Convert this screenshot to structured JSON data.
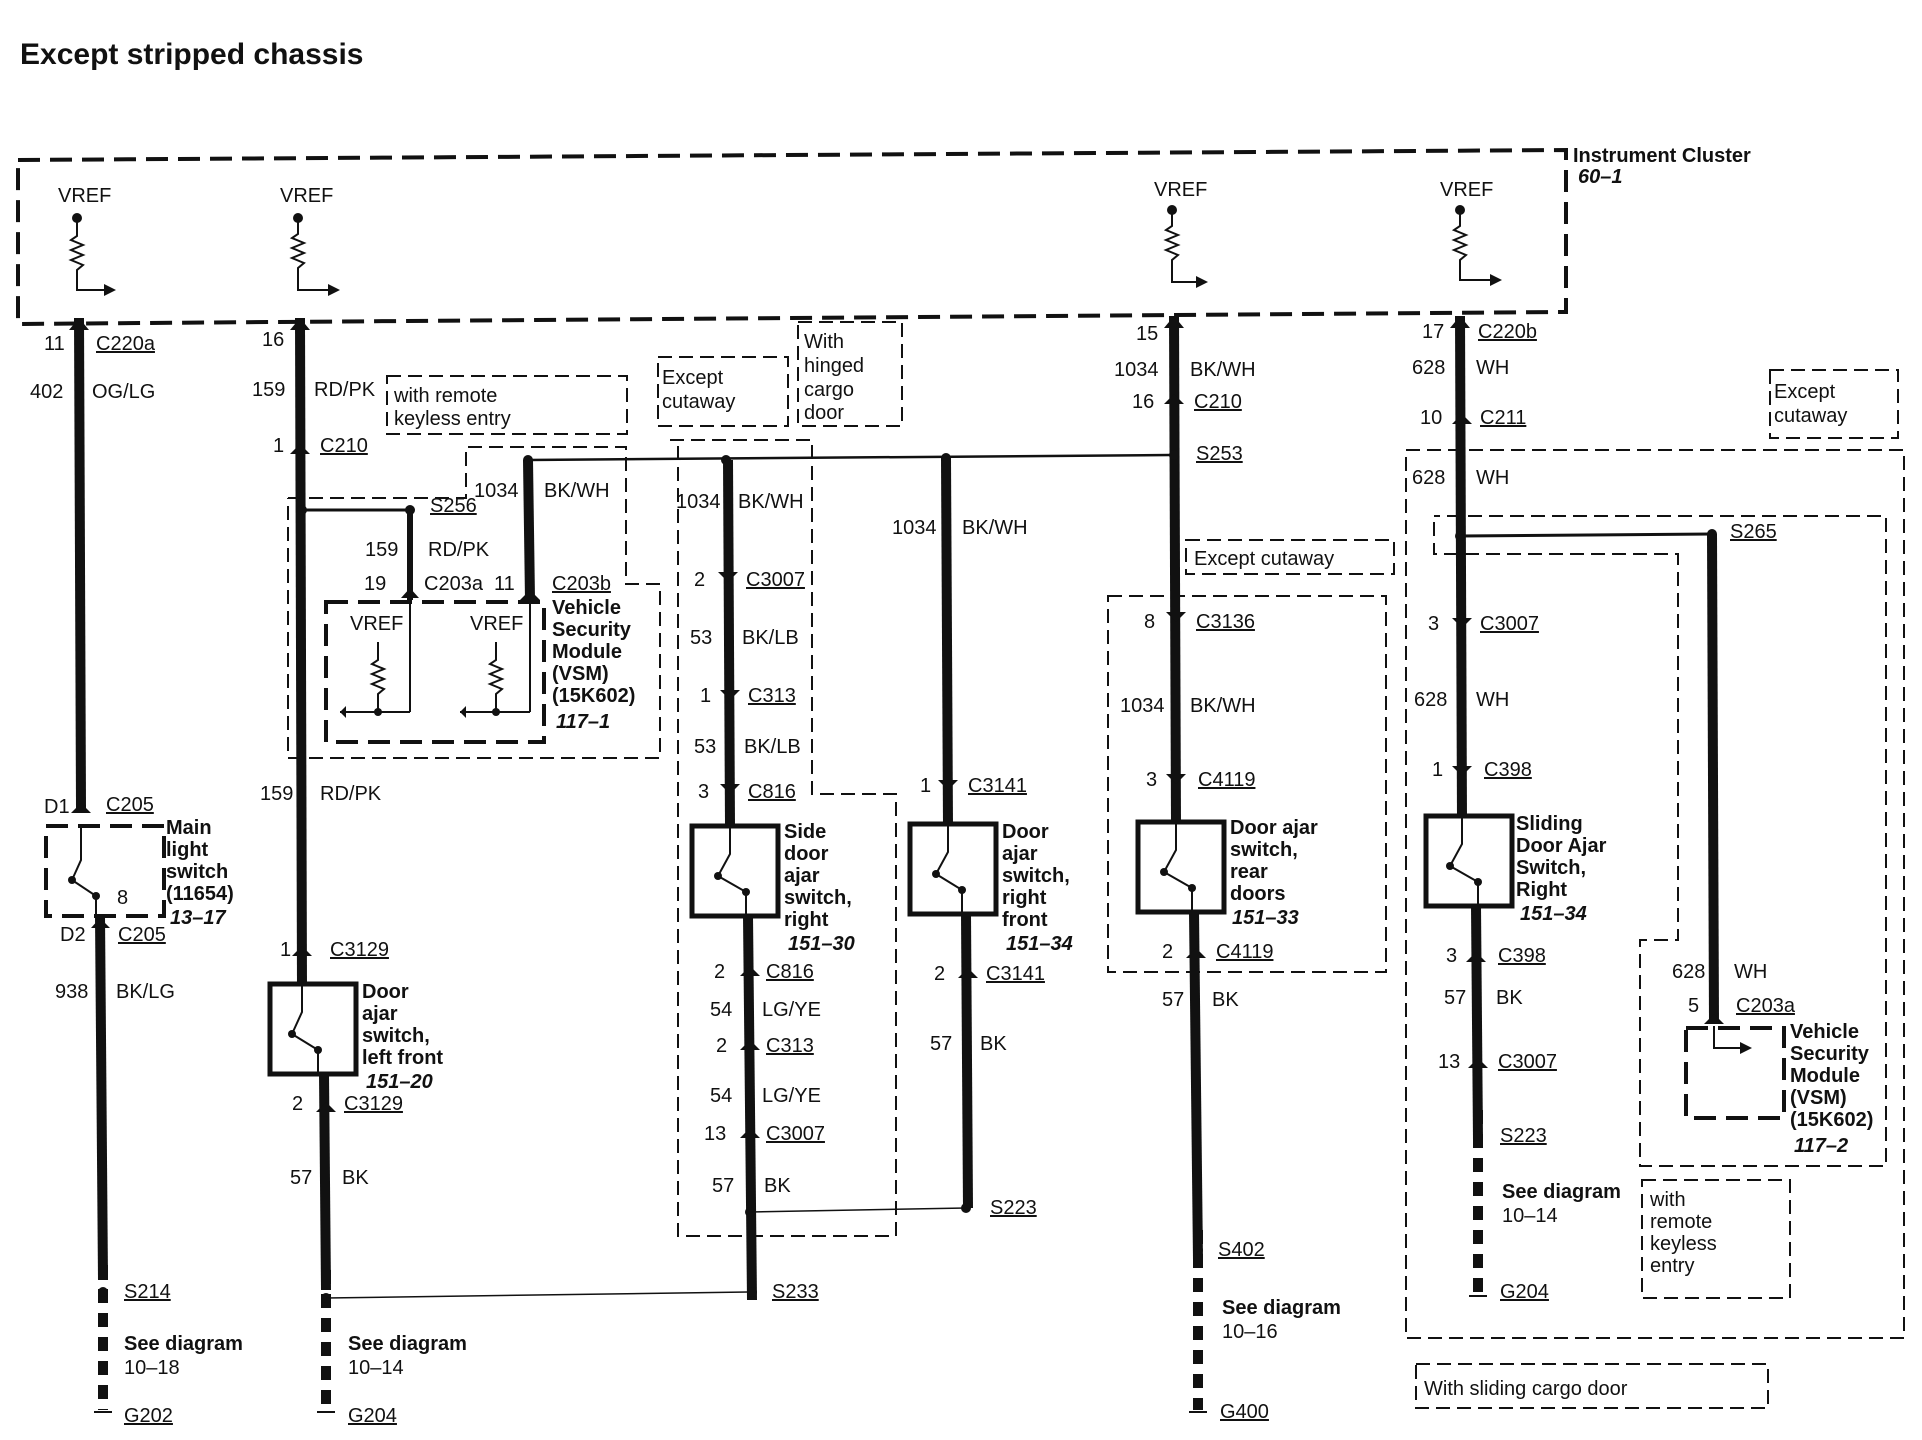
{
  "title": "Except stripped chassis",
  "instrument_cluster": {
    "name": "Instrument Cluster",
    "ref": "60–1"
  },
  "vref": "VREF",
  "c1": {
    "pin_top": "11",
    "conn_top": "C220a",
    "circuit": "402",
    "color": "OG/LG",
    "pin_d1": "D1",
    "conn_c205": "C205",
    "switch_lines": [
      "Main",
      "light",
      "switch",
      "(11654)"
    ],
    "switch_ref": "13–17",
    "pin_8": "8",
    "pin_d2": "D2",
    "conn_c205b": "C205",
    "circuit2": "938",
    "color2": "BK/LG",
    "splice": "S214",
    "see": "See diagram",
    "see_ref": "10–18",
    "ground": "G202"
  },
  "c2": {
    "pin_top": "16",
    "circuit": "159",
    "color": "RD/PK",
    "pin_c210": "1",
    "conn_c210": "C210",
    "rke_note": [
      "with remote",
      "keyless entry"
    ],
    "splice": "S256",
    "circuit_b": "159",
    "color_b": "RD/PK",
    "pin_19": "19",
    "conn_c203a": "C203a",
    "pin_11": "11",
    "conn_c203b": "C203b",
    "bkwh_circuit": "1034",
    "bkwh_color": "BK/WH",
    "vsm_lines": [
      "Vehicle",
      "Security",
      "Module",
      "(VSM)",
      "(15K602)"
    ],
    "vsm_ref": "117–1",
    "circuit3": "159",
    "color3": "RD/PK",
    "pin_c3129": "1",
    "conn_c3129": "C3129",
    "switch_lines": [
      "Door",
      "ajar",
      "switch,",
      "left front"
    ],
    "switch_ref": "151–20",
    "pin_c3129b": "2",
    "conn_c3129b": "C3129",
    "circuit4": "57",
    "color4": "BK",
    "see": "See diagram",
    "see_ref": "10–14",
    "ground": "G204"
  },
  "c3": {
    "note_cutaway": [
      "Except",
      "cutaway"
    ],
    "note_hinged": [
      "With",
      "hinged",
      "cargo",
      "door"
    ],
    "circuit": "1034",
    "color": "BK/WH",
    "pin_c3007": "2",
    "conn_c3007": "C3007",
    "circuit2": "53",
    "color2": "BK/LB",
    "pin_c313": "1",
    "conn_c313": "C313",
    "circuit3": "53",
    "color3": "BK/LB",
    "pin_c816": "3",
    "conn_c816": "C816",
    "switch_lines": [
      "Side",
      "door",
      "ajar",
      "switch,",
      "right"
    ],
    "switch_ref": "151–30",
    "pin_c816b": "2",
    "conn_c816b": "C816",
    "circuit4": "54",
    "color4": "LG/YE",
    "pin_c313b": "2",
    "conn_c313b": "C313",
    "circuit5": "54",
    "color5": "LG/YE",
    "pin_c3007b": "13",
    "conn_c3007b": "C3007",
    "circuit6": "57",
    "color6": "BK",
    "splice": "S233"
  },
  "c4": {
    "circuit": "1034",
    "color": "BK/WH",
    "pin_c3141": "1",
    "conn_c3141": "C3141",
    "switch_lines": [
      "Door",
      "ajar",
      "switch,",
      "right",
      "front"
    ],
    "switch_ref": "151–34",
    "pin_c3141b": "2",
    "conn_c3141b": "C3141",
    "circuit2": "57",
    "color2": "BK",
    "splice": "S223"
  },
  "c5": {
    "pin_top": "15",
    "circuit": "1034",
    "color": "BK/WH",
    "pin_c210": "16",
    "conn_c210": "C210",
    "splice": "S253",
    "note_cutaway": "Except cutaway",
    "pin_c3136": "8",
    "conn_c3136": "C3136",
    "circuit2": "1034",
    "color2": "BK/WH",
    "pin_c4119": "3",
    "conn_c4119": "C4119",
    "switch_lines": [
      "Door ajar",
      "switch,",
      "rear",
      "doors"
    ],
    "switch_ref": "151–33",
    "pin_c4119b": "2",
    "conn_c4119b": "C4119",
    "circuit3": "57",
    "color3": "BK",
    "splice2": "S402",
    "see": "See diagram",
    "see_ref": "10–16",
    "ground": "G400"
  },
  "c6": {
    "pin_top": "17",
    "conn_top": "C220b",
    "circuit": "628",
    "color": "WH",
    "pin_c211": "10",
    "conn_c211": "C211",
    "note_cutaway": [
      "Except",
      "cutaway"
    ],
    "circuit2": "628",
    "color2": "WH",
    "splice": "S265",
    "pin_c3007": "3",
    "conn_c3007": "C3007",
    "circuit3": "628",
    "color3": "WH",
    "pin_c398": "1",
    "conn_c398": "C398",
    "switch_lines": [
      "Sliding",
      "Door Ajar",
      "Switch,",
      "Right"
    ],
    "switch_ref": "151–34",
    "pin_c398b": "3",
    "conn_c398b": "C398",
    "circuit4": "57",
    "color4": "BK",
    "pin_c3007b": "13",
    "conn_c3007b": "C3007",
    "splice2": "S223",
    "see": "See diagram",
    "see_ref": "10–14",
    "ground": "G204",
    "vsm_circuit": "628",
    "vsm_color": "WH",
    "vsm_pin": "5",
    "vsm_conn": "C203a",
    "vsm_lines": [
      "Vehicle",
      "Security",
      "Module",
      "(VSM)",
      "(15K602)"
    ],
    "vsm_ref": "117–2",
    "rke_note": [
      "with",
      "remote",
      "keyless",
      "entry"
    ],
    "sliding_note": "With sliding cargo door"
  }
}
